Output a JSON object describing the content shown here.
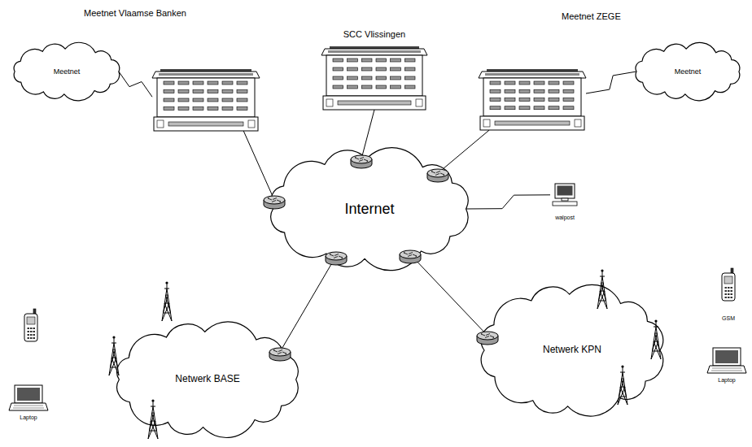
{
  "diagram": {
    "nodes": [
      {
        "text": [
          "Meetnet"
        ]
      },
      {
        "text": [
          "Meetnet Vlaamse Banken"
        ]
      },
      {
        "text": [
          "SCC Vlissingen"
        ]
      },
      {
        "text": [
          "Meetnet ZEGE"
        ]
      },
      {
        "text": [
          "Meetnet"
        ]
      },
      {
        "text": [
          "Internet"
        ]
      },
      {
        "text": [
          "walpost"
        ]
      },
      {
        "text": [
          "Netwerk BASE"
        ]
      },
      {
        "text": [
          "Netwerk KPN"
        ]
      }
    ],
    "edges": [
      {
        "from": 0,
        "to": 1,
        "arrow": "none"
      },
      {
        "from": 1,
        "to": 5,
        "arrow": "none"
      },
      {
        "from": 2,
        "to": 5,
        "arrow": "none"
      },
      {
        "from": 3,
        "to": 5,
        "arrow": "none"
      },
      {
        "from": 3,
        "to": 4,
        "arrow": "none"
      },
      {
        "from": 5,
        "to": 6,
        "arrow": "none"
      },
      {
        "from": 5,
        "to": 7,
        "arrow": "none"
      },
      {
        "from": 5,
        "to": 8,
        "arrow": "none"
      }
    ],
    "labels": [
      "GSM",
      "Laptop",
      "Laptop"
    ]
  }
}
